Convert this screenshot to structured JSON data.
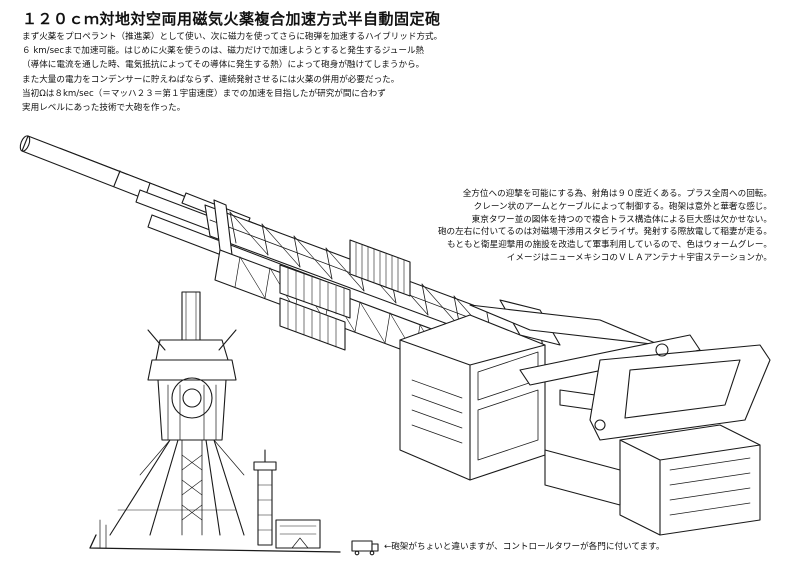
{
  "title": "１２０ｃｍ対地対空両用磁気火薬複合加速方式半自動固定砲",
  "intro": [
    "まず火薬をプロペラント（推進薬）として使い、次に磁力を使ってさらに砲弾を加速するハイブリッド方式。",
    "６ km/secまで加速可能。はじめに火薬を使うのは、磁力だけで加速しようとすると発生するジュール熱",
    "（導体に電流を通した時、電気抵抗によってその導体に発生する熱）によって砲身が融けてしまうから。",
    "また大量の電力をコンデンサーに貯えねばならず、連続発射させるには火薬の併用が必要だった。",
    "当初Ωは８km/sec（＝マッハ２３＝第１宇宙速度）までの加速を目指したが研究が間に合わず",
    "実用レベルにあった技術で大砲を作った。"
  ],
  "note": [
    "全方位への迎撃を可能にする為、射角は９０度近くある。プラス全周への回転。",
    "クレーン状のアームとケーブルによって制御する。砲架は意外と華奢な感じ。",
    "東京タワー並の図体を持つので複合トラス構造体による巨大感は欠かせない。",
    "砲の左右に付いてるのは対磁場干渉用スタビライザ。発射する際放電して稲妻が走る。",
    "もともと衛星迎撃用の施設を改造して軍事利用しているので、色はウォームグレー。",
    "イメージはニューメキシコのＶＬＡアンテナ＋宇宙ステーションか。"
  ],
  "caption": "←砲架がちょいと違いますが、コントロールタワーが各門に付いてます。"
}
